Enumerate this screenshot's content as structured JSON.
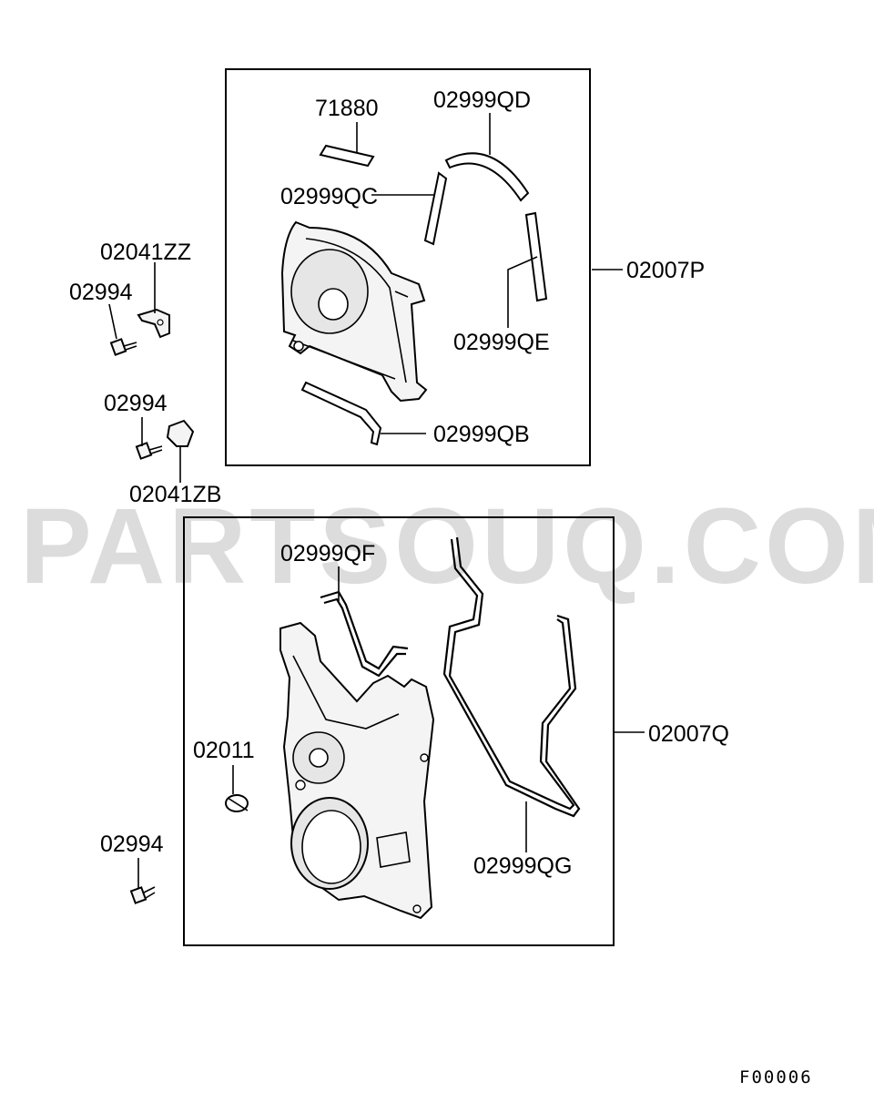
{
  "watermark": "PARTSOUQ.COM",
  "figure_code": "F00006",
  "labels": {
    "p71880": "71880",
    "p02999QD": "02999QD",
    "p02999QC": "02999QC",
    "p02007P": "02007P",
    "p02041ZZ": "02041ZZ",
    "p02994_a": "02994",
    "p02999QE": "02999QE",
    "p02994_b": "02994",
    "p02999QB": "02999QB",
    "p02041ZB": "02041ZB",
    "p02999QF": "02999QF",
    "p02011": "02011",
    "p02007Q": "02007Q",
    "p02994_c": "02994",
    "p02999QG": "02999QG"
  }
}
